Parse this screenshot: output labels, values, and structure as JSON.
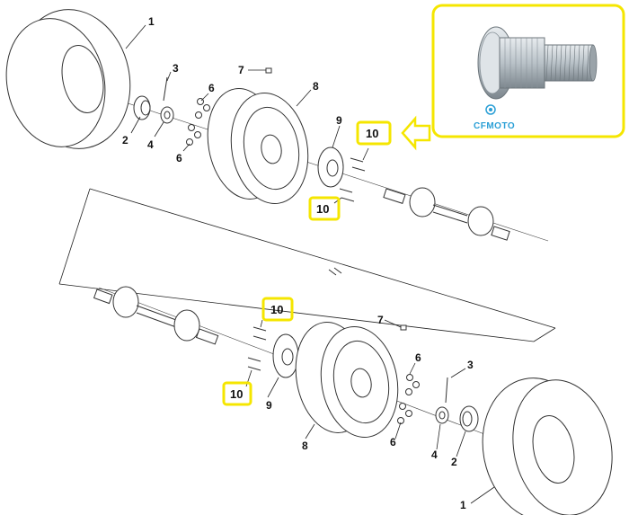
{
  "callouts": {
    "tire_top": "1",
    "hub_cap_top": "2",
    "cotter_pin_top": "3",
    "castle_nut_top": "4",
    "wheel_nut_top_a": "6",
    "wheel_nut_top_b": "6",
    "valve_top": "7",
    "rim_top": "8",
    "hub_top": "9",
    "stud_top_a": "10",
    "stud_top_b": "10",
    "stud_bottom_a": "10",
    "stud_bottom_b": "10",
    "valve_bottom": "7",
    "hub_bottom": "9",
    "rim_bottom": "8",
    "cotter_pin_bottom": "3",
    "wheel_nut_bottom_a": "6",
    "wheel_nut_bottom_b": "6",
    "castle_nut_bottom": "4",
    "hub_cap_bottom": "2",
    "tire_bottom": "1"
  },
  "inset": {
    "brand": "CFMOTO"
  },
  "colors": {
    "highlight": "#f5e600",
    "brand": "#2a9fd6",
    "stud": "#b9c2c8"
  }
}
